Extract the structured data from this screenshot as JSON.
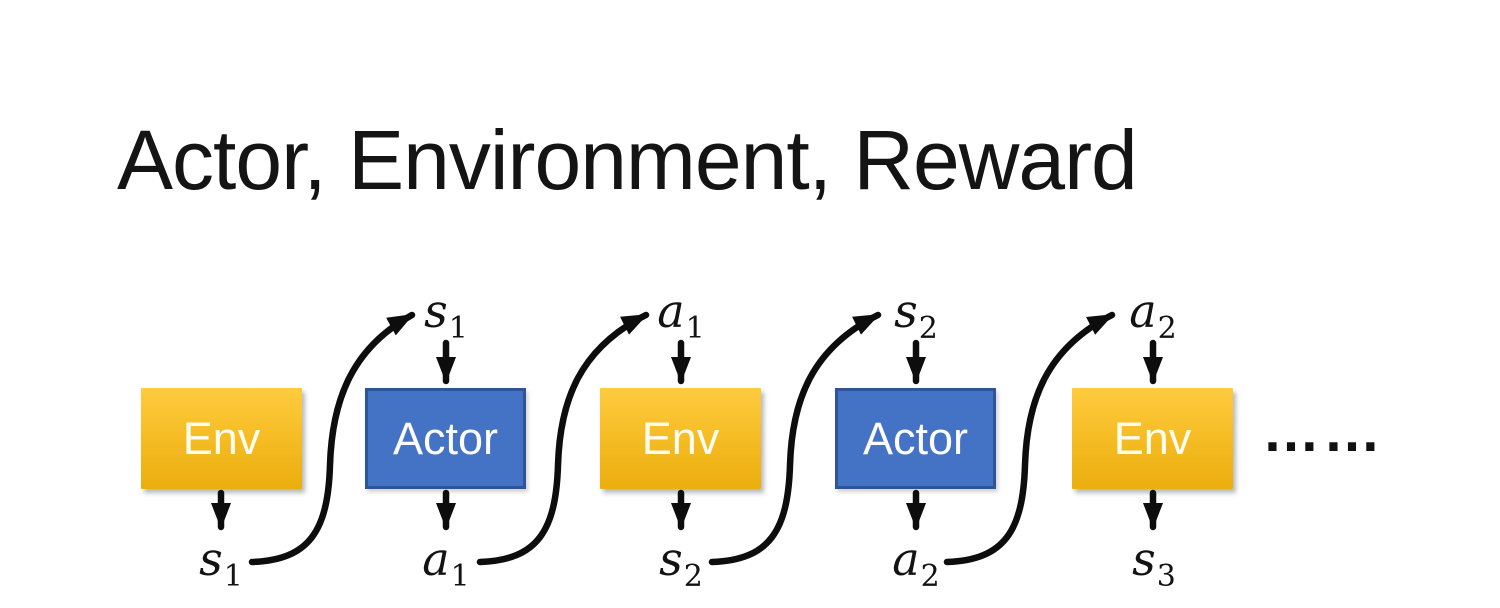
{
  "title": "Actor, Environment, Reward",
  "diagram": {
    "nodes": [
      {
        "label": "Env",
        "type": "env"
      },
      {
        "label": "Actor",
        "type": "actor"
      },
      {
        "label": "Env",
        "type": "env"
      },
      {
        "label": "Actor",
        "type": "actor"
      },
      {
        "label": "Env",
        "type": "env"
      }
    ],
    "top_labels": [
      {
        "base": "s",
        "sub": "1"
      },
      {
        "base": "a",
        "sub": "1"
      },
      {
        "base": "s",
        "sub": "2"
      },
      {
        "base": "a",
        "sub": "2"
      }
    ],
    "bottom_labels": [
      {
        "base": "s",
        "sub": "1"
      },
      {
        "base": "a",
        "sub": "1"
      },
      {
        "base": "s",
        "sub": "2"
      },
      {
        "base": "a",
        "sub": "2"
      },
      {
        "base": "s",
        "sub": "3"
      }
    ],
    "ellipsis": "……",
    "colors": {
      "env_top": "#FECB40",
      "env_bottom": "#EAAE0E",
      "actor_fill": "#4472C4",
      "actor_border": "#2F5597",
      "arrow": "#0D0D0D"
    }
  }
}
